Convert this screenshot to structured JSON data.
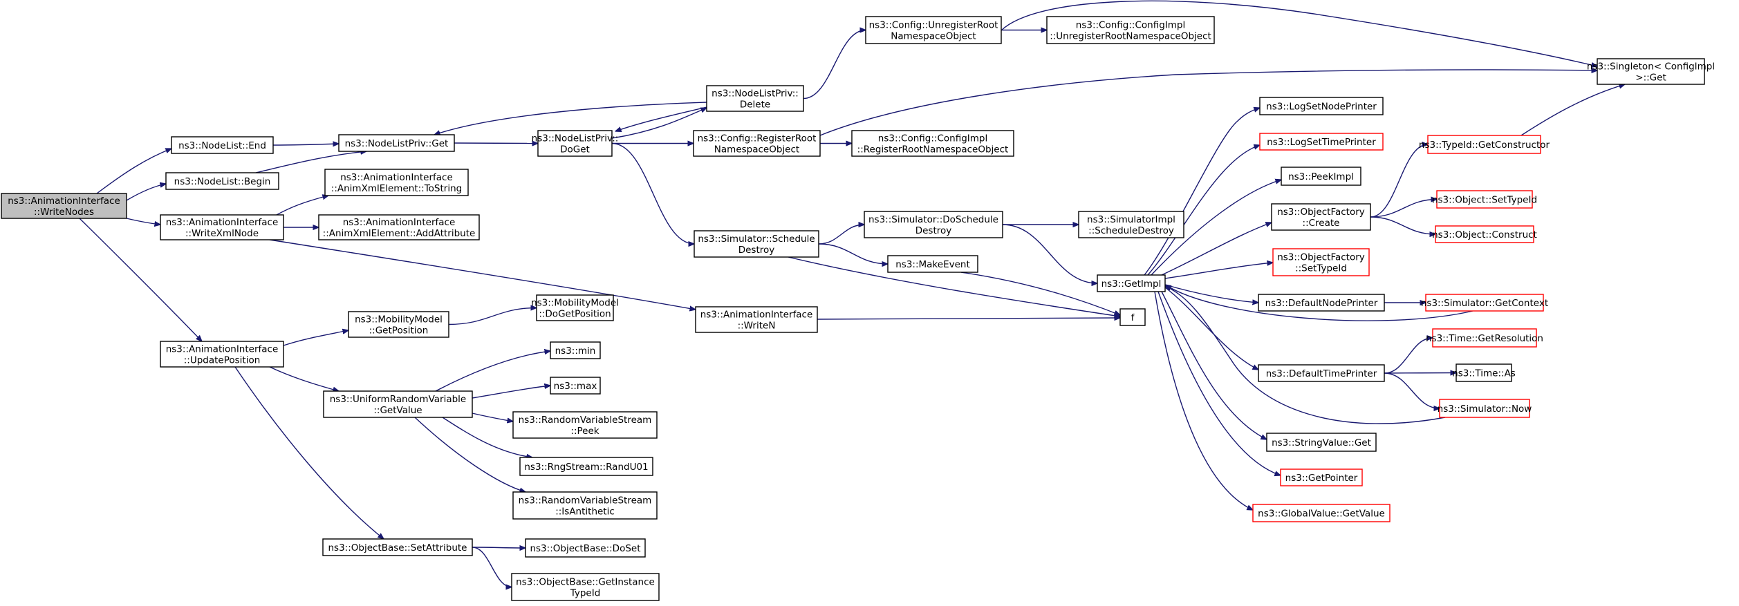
{
  "nodes": [
    {
      "id": "writeNodes",
      "lines": [
        "ns3::AnimationInterface",
        "::WriteNodes"
      ],
      "style": "root"
    },
    {
      "id": "nodeListEnd",
      "lines": [
        "ns3::NodeList::End"
      ],
      "style": "black"
    },
    {
      "id": "nodeListBegin",
      "lines": [
        "ns3::NodeList::Begin"
      ],
      "style": "black"
    },
    {
      "id": "writeXmlNode",
      "lines": [
        "ns3::AnimationInterface",
        "::WriteXmlNode"
      ],
      "style": "black"
    },
    {
      "id": "updatePosition",
      "lines": [
        "ns3::AnimationInterface",
        "::UpdatePosition"
      ],
      "style": "black"
    },
    {
      "id": "nodeListPrivGet",
      "lines": [
        "ns3::NodeListPriv::Get"
      ],
      "style": "black"
    },
    {
      "id": "animToString",
      "lines": [
        "ns3::AnimationInterface",
        "::AnimXmlElement::ToString"
      ],
      "style": "black"
    },
    {
      "id": "animAddAttr",
      "lines": [
        "ns3::AnimationInterface",
        "::AnimXmlElement::AddAttribute"
      ],
      "style": "black"
    },
    {
      "id": "mobilityGetPos",
      "lines": [
        "ns3::MobilityModel",
        "::GetPosition"
      ],
      "style": "black"
    },
    {
      "id": "uniformGetValue",
      "lines": [
        "ns3::UniformRandomVariable",
        "::GetValue"
      ],
      "style": "black"
    },
    {
      "id": "objSetAttr",
      "lines": [
        "ns3::ObjectBase::SetAttribute"
      ],
      "style": "black"
    },
    {
      "id": "nodeListPrivDoGet",
      "lines": [
        "ns3::NodeListPriv::",
        "DoGet"
      ],
      "style": "black"
    },
    {
      "id": "mobilityDoGetPos",
      "lines": [
        "ns3::MobilityModel",
        "::DoGetPosition"
      ],
      "style": "black"
    },
    {
      "id": "min",
      "lines": [
        "ns3::min"
      ],
      "style": "black"
    },
    {
      "id": "max",
      "lines": [
        "ns3::max"
      ],
      "style": "black"
    },
    {
      "id": "rvsPeek",
      "lines": [
        "ns3::RandomVariableStream",
        "::Peek"
      ],
      "style": "black"
    },
    {
      "id": "randU01",
      "lines": [
        "ns3::RngStream::RandU01"
      ],
      "style": "black"
    },
    {
      "id": "isAntithetic",
      "lines": [
        "ns3::RandomVariableStream",
        "::IsAntithetic"
      ],
      "style": "black"
    },
    {
      "id": "objDoSet",
      "lines": [
        "ns3::ObjectBase::DoSet"
      ],
      "style": "black"
    },
    {
      "id": "objGetInstTypeId",
      "lines": [
        "ns3::ObjectBase::GetInstance",
        "TypeId"
      ],
      "style": "black"
    },
    {
      "id": "nodeListPrivDelete",
      "lines": [
        "ns3::NodeListPriv::",
        "Delete"
      ],
      "style": "black"
    },
    {
      "id": "configRegRoot",
      "lines": [
        "ns3::Config::RegisterRoot",
        "NamespaceObject"
      ],
      "style": "black"
    },
    {
      "id": "simSchedDestroy",
      "lines": [
        "ns3::Simulator::Schedule",
        "Destroy"
      ],
      "style": "black"
    },
    {
      "id": "animWriteN",
      "lines": [
        "ns3::AnimationInterface",
        "::WriteN"
      ],
      "style": "black"
    },
    {
      "id": "configUnregRoot",
      "lines": [
        "ns3::Config::UnregisterRoot",
        "NamespaceObject"
      ],
      "style": "black"
    },
    {
      "id": "configImplUnreg",
      "lines": [
        "ns3::Config::ConfigImpl",
        "::UnregisterRootNamespaceObject"
      ],
      "style": "black"
    },
    {
      "id": "configImplReg",
      "lines": [
        "ns3::Config::ConfigImpl",
        "::RegisterRootNamespaceObject"
      ],
      "style": "black"
    },
    {
      "id": "simDoSchedDestroy",
      "lines": [
        "ns3::Simulator::DoSchedule",
        "Destroy"
      ],
      "style": "black"
    },
    {
      "id": "makeEvent",
      "lines": [
        "ns3::MakeEvent"
      ],
      "style": "black"
    },
    {
      "id": "simImplSchedDestroy",
      "lines": [
        "ns3::SimulatorImpl",
        "::ScheduleDestroy"
      ],
      "style": "black"
    },
    {
      "id": "getImpl",
      "lines": [
        "ns3::GetImpl"
      ],
      "style": "black"
    },
    {
      "id": "f",
      "lines": [
        "f"
      ],
      "style": "black"
    },
    {
      "id": "logSetNodePrinter",
      "lines": [
        "ns3::LogSetNodePrinter"
      ],
      "style": "black"
    },
    {
      "id": "logSetTimePrinter",
      "lines": [
        "ns3::LogSetTimePrinter"
      ],
      "style": "red"
    },
    {
      "id": "peekImpl",
      "lines": [
        "ns3::PeekImpl"
      ],
      "style": "black"
    },
    {
      "id": "objFactoryCreate",
      "lines": [
        "ns3::ObjectFactory",
        "::Create"
      ],
      "style": "black"
    },
    {
      "id": "objFactorySetTypeId",
      "lines": [
        "ns3::ObjectFactory",
        "::SetTypeId"
      ],
      "style": "red"
    },
    {
      "id": "defaultNodePrinter",
      "lines": [
        "ns3::DefaultNodePrinter"
      ],
      "style": "black"
    },
    {
      "id": "defaultTimePrinter",
      "lines": [
        "ns3::DefaultTimePrinter"
      ],
      "style": "black"
    },
    {
      "id": "stringValueGet",
      "lines": [
        "ns3::StringValue::Get"
      ],
      "style": "black"
    },
    {
      "id": "getPointer",
      "lines": [
        "ns3::GetPointer"
      ],
      "style": "red"
    },
    {
      "id": "globalValueGetValue",
      "lines": [
        "ns3::GlobalValue::GetValue"
      ],
      "style": "red"
    },
    {
      "id": "singletonGet",
      "lines": [
        "ns3::Singleton< ConfigImpl",
        " >::Get"
      ],
      "style": "black"
    },
    {
      "id": "typeIdGetCtor",
      "lines": [
        "ns3::TypeId::GetConstructor"
      ],
      "style": "red"
    },
    {
      "id": "objectSetTypeId",
      "lines": [
        "ns3::Object::SetTypeId"
      ],
      "style": "red"
    },
    {
      "id": "objectConstruct",
      "lines": [
        "ns3::Object::Construct"
      ],
      "style": "red"
    },
    {
      "id": "simGetContext",
      "lines": [
        "ns3::Simulator::GetContext"
      ],
      "style": "red"
    },
    {
      "id": "timeGetResolution",
      "lines": [
        "ns3::Time::GetResolution"
      ],
      "style": "red"
    },
    {
      "id": "timeAs",
      "lines": [
        "ns3::Time::As"
      ],
      "style": "black"
    },
    {
      "id": "simNow",
      "lines": [
        "ns3::Simulator::Now"
      ],
      "style": "red"
    }
  ],
  "edges": [
    [
      "writeNodes",
      "nodeListEnd"
    ],
    [
      "writeNodes",
      "nodeListBegin"
    ],
    [
      "writeNodes",
      "writeXmlNode"
    ],
    [
      "writeNodes",
      "updatePosition"
    ],
    [
      "nodeListEnd",
      "nodeListPrivGet"
    ],
    [
      "nodeListBegin",
      "nodeListPrivGet"
    ],
    [
      "nodeListPrivGet",
      "nodeListPrivDoGet"
    ],
    [
      "nodeListPrivDoGet",
      "nodeListPrivDelete"
    ],
    [
      "nodeListPrivDoGet",
      "configRegRoot"
    ],
    [
      "nodeListPrivDoGet",
      "simSchedDestroy"
    ],
    [
      "nodeListPrivDelete",
      "nodeListPrivGet"
    ],
    [
      "nodeListPrivDelete",
      "nodeListPrivDoGet"
    ],
    [
      "nodeListPrivDelete",
      "configUnregRoot"
    ],
    [
      "configUnregRoot",
      "configImplUnreg"
    ],
    [
      "configUnregRoot",
      "singletonGet"
    ],
    [
      "configRegRoot",
      "configImplReg"
    ],
    [
      "configRegRoot",
      "singletonGet"
    ],
    [
      "simSchedDestroy",
      "simDoSchedDestroy"
    ],
    [
      "simSchedDestroy",
      "makeEvent"
    ],
    [
      "simSchedDestroy",
      "f"
    ],
    [
      "simDoSchedDestroy",
      "simImplSchedDestroy"
    ],
    [
      "simDoSchedDestroy",
      "getImpl"
    ],
    [
      "makeEvent",
      "f"
    ],
    [
      "writeXmlNode",
      "animToString"
    ],
    [
      "writeXmlNode",
      "animAddAttr"
    ],
    [
      "writeXmlNode",
      "animWriteN"
    ],
    [
      "animWriteN",
      "f"
    ],
    [
      "updatePosition",
      "mobilityGetPos"
    ],
    [
      "updatePosition",
      "uniformGetValue"
    ],
    [
      "updatePosition",
      "objSetAttr"
    ],
    [
      "mobilityGetPos",
      "mobilityDoGetPos"
    ],
    [
      "uniformGetValue",
      "min"
    ],
    [
      "uniformGetValue",
      "max"
    ],
    [
      "uniformGetValue",
      "rvsPeek"
    ],
    [
      "uniformGetValue",
      "randU01"
    ],
    [
      "uniformGetValue",
      "isAntithetic"
    ],
    [
      "objSetAttr",
      "objDoSet"
    ],
    [
      "objSetAttr",
      "objGetInstTypeId"
    ],
    [
      "getImpl",
      "logSetNodePrinter"
    ],
    [
      "getImpl",
      "logSetTimePrinter"
    ],
    [
      "getImpl",
      "peekImpl"
    ],
    [
      "getImpl",
      "objFactoryCreate"
    ],
    [
      "getImpl",
      "objFactorySetTypeId"
    ],
    [
      "getImpl",
      "defaultNodePrinter"
    ],
    [
      "getImpl",
      "defaultTimePrinter"
    ],
    [
      "getImpl",
      "stringValueGet"
    ],
    [
      "getImpl",
      "getPointer"
    ],
    [
      "getImpl",
      "globalValueGetValue"
    ],
    [
      "objFactoryCreate",
      "typeIdGetCtor"
    ],
    [
      "objFactoryCreate",
      "objectSetTypeId"
    ],
    [
      "objFactoryCreate",
      "objectConstruct"
    ],
    [
      "typeIdGetCtor",
      "singletonGet"
    ],
    [
      "defaultNodePrinter",
      "simGetContext"
    ],
    [
      "simGetContext",
      "getImpl"
    ],
    [
      "defaultTimePrinter",
      "timeGetResolution"
    ],
    [
      "defaultTimePrinter",
      "timeAs"
    ],
    [
      "defaultTimePrinter",
      "simNow"
    ],
    [
      "simNow",
      "getImpl"
    ]
  ]
}
